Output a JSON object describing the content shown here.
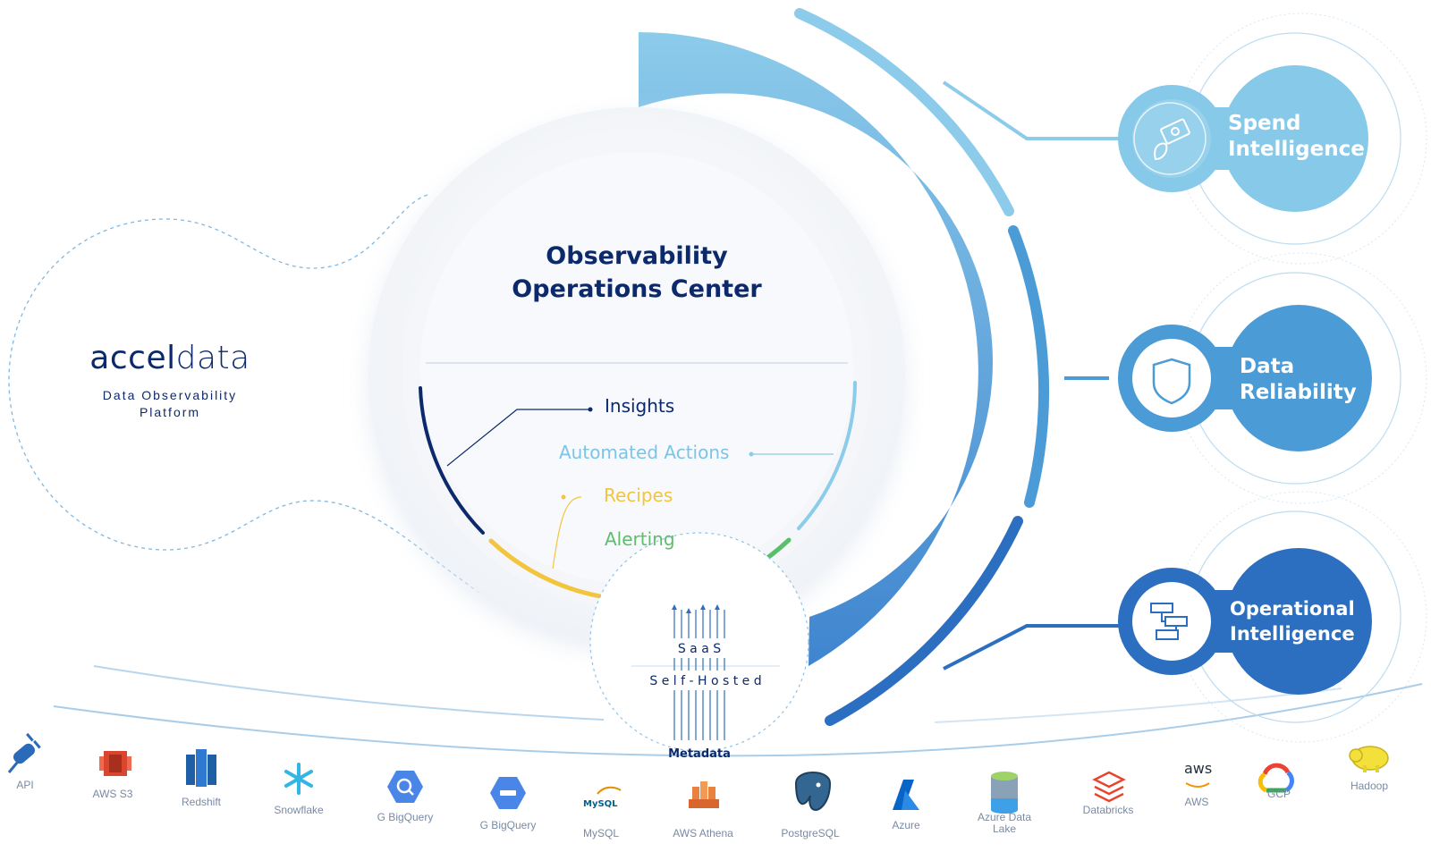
{
  "brand": {
    "name_part1": "accel",
    "name_part2": "data",
    "tagline": "Data Observability\nPlatform"
  },
  "center": {
    "title_line1": "Observability",
    "title_line2": "Operations Center",
    "items": [
      {
        "label": "Insights",
        "color": "#0c2a6b"
      },
      {
        "label": "Automated Actions",
        "color": "#7cc4e6"
      },
      {
        "label": "Recipes",
        "color": "#f2c53d"
      },
      {
        "label": "Alerting",
        "color": "#5cbe6a"
      }
    ]
  },
  "deployment": {
    "saas": "S a a S",
    "self_hosted": "S e l f - H o s t e d",
    "metadata": "Metadata"
  },
  "pillars": [
    {
      "line1": "Spend",
      "line2": "Intelligence",
      "icon": "money-leaf-icon",
      "color": "#86c9e8"
    },
    {
      "line1": "Data",
      "line2": "Reliability",
      "icon": "shield-icon",
      "color": "#4b9bd6"
    },
    {
      "line1": "Operational",
      "line2": "Intelligence",
      "icon": "workflow-icon",
      "color": "#2c6fc0"
    }
  ],
  "sources": [
    {
      "label": "API",
      "icon": "plug-icon"
    },
    {
      "label": "AWS S3",
      "icon": "aws-s3-icon"
    },
    {
      "label": "Redshift",
      "icon": "redshift-icon"
    },
    {
      "label": "Snowflake",
      "icon": "snowflake-icon"
    },
    {
      "label": "G BigQuery",
      "icon": "bigquery-icon"
    },
    {
      "label": "G BigQuery",
      "icon": "bigquery-alt-icon"
    },
    {
      "label": "MySQL",
      "icon": "mysql-icon",
      "icon_text": "MySQL"
    },
    {
      "label": "AWS Athena",
      "icon": "athena-icon"
    },
    {
      "label": "PostgreSQL",
      "icon": "postgres-icon"
    },
    {
      "label": "Azure",
      "icon": "azure-icon"
    },
    {
      "label": "Azure Data\nLake",
      "icon": "azure-data-lake-icon"
    },
    {
      "label": "Databricks",
      "icon": "databricks-icon"
    },
    {
      "label": "AWS",
      "icon": "aws-icon",
      "icon_text": "aws"
    },
    {
      "label": "GCP",
      "icon": "gcp-icon"
    },
    {
      "label": "Hadoop",
      "icon": "hadoop-icon"
    }
  ]
}
